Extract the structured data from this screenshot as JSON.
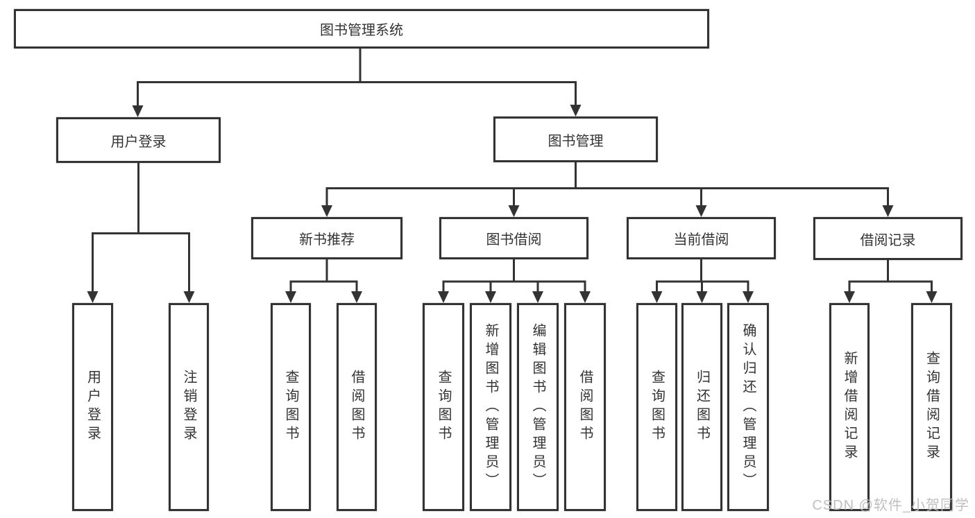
{
  "tree": {
    "root": "图书管理系统",
    "user_login": {
      "label": "用户登录",
      "children": [
        "用户登录",
        "注销登录"
      ]
    },
    "book_management": {
      "label": "图书管理",
      "sections": [
        {
          "label": "新书推荐",
          "children": [
            "查询图书",
            "借阅图书"
          ]
        },
        {
          "label": "图书借阅",
          "children": [
            "查询图书",
            "新增图书（管理员）",
            "编辑图书（管理员）",
            "借阅图书"
          ]
        },
        {
          "label": "当前借阅",
          "children": [
            "查询图书",
            "归还图书",
            "确认归还（管理员）"
          ]
        },
        {
          "label": "借阅记录",
          "children": [
            "新增借阅记录",
            "查询借阅记录"
          ]
        }
      ]
    }
  },
  "watermark": "CSDN @软件_小贺同学",
  "colors": {
    "line": "#333333",
    "box_border": "#333333",
    "text": "#333333",
    "watermark": "#bcbcbe",
    "background": "#ffffff"
  }
}
